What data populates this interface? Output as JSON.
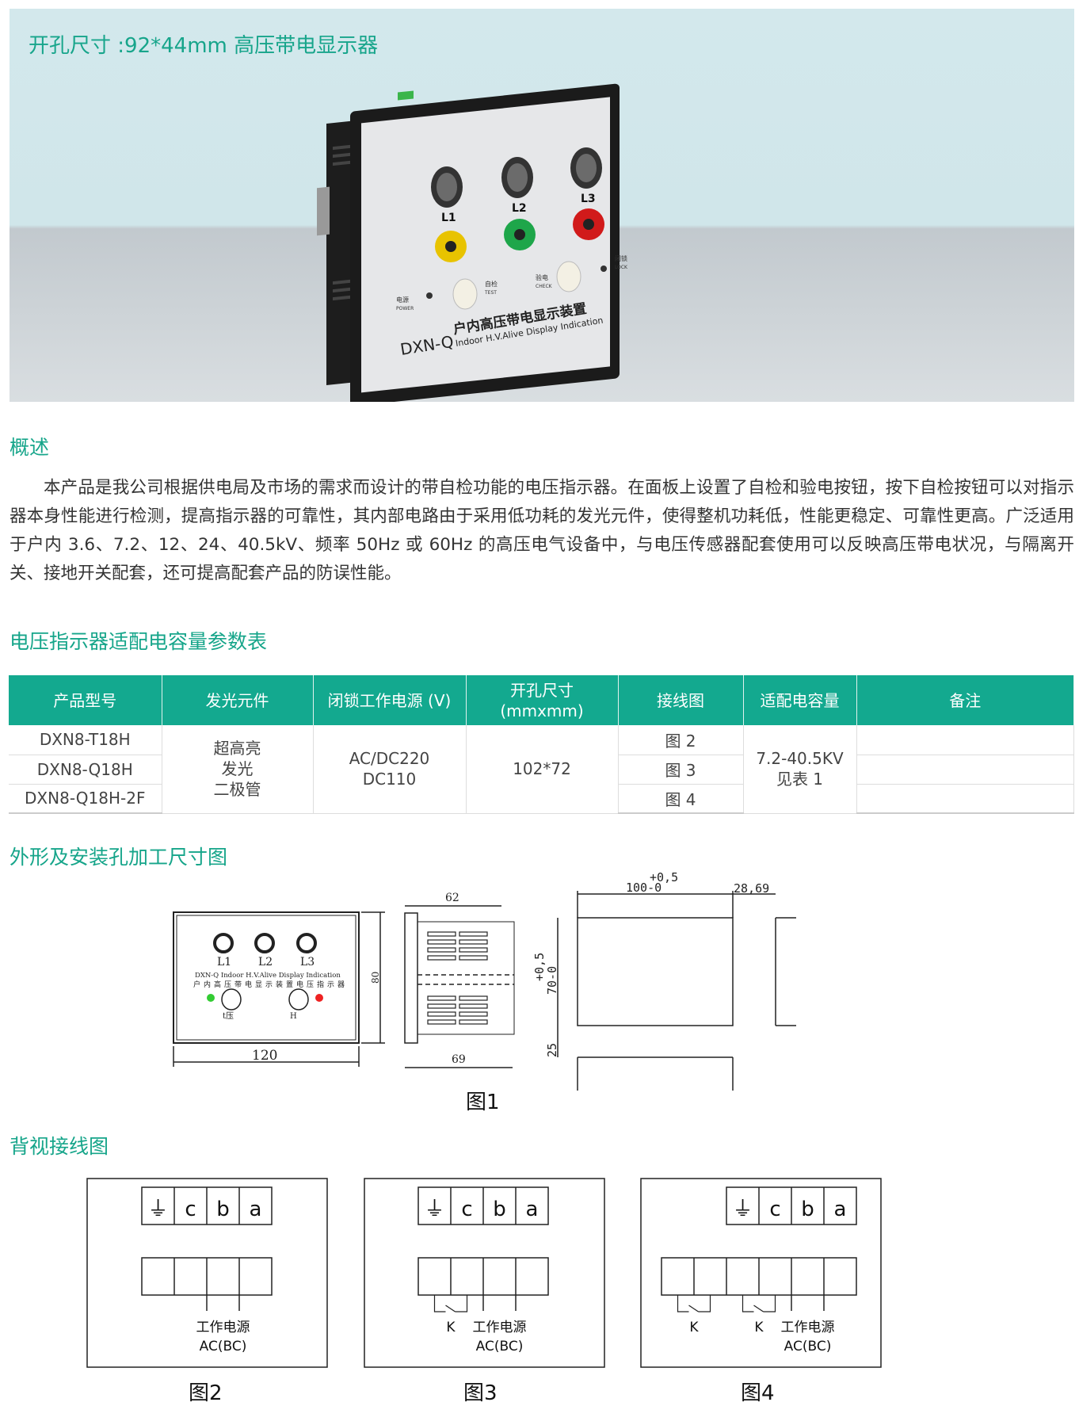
{
  "hero": {
    "title": "开孔尺寸 :92*44mm 高压带电显示器",
    "device": {
      "lamps": [
        "L1",
        "L2",
        "L3"
      ],
      "jack_colors": [
        "#e8c300",
        "#1ea64a",
        "#d11a1a"
      ],
      "power": "电源",
      "power_en": "POWER",
      "test": "自检",
      "test_en": "TEST",
      "check": "验电",
      "check_en": "CHECK",
      "lock": "闭锁",
      "lock_en": "LOCK",
      "model": "DXN-Q",
      "name_cn": "户内高压带电显示装置",
      "name_en": "Indoor H.V.Alive Display Indication"
    }
  },
  "overview": {
    "heading": "概述",
    "text": "本产品是我公司根据供电局及市场的需求而设计的带自检功能的电压指示器。在面板上设置了自检和验电按钮，按下自检按钮可以对指示器本身性能进行检测，提高指示器的可靠性，其内部电路由于采用低功耗的发光元件，使得整机功耗低，性能更稳定、可靠性更高。广泛适用于户内 3.6、7.2、12、24、40.5kV、频率 50Hz 或 60Hz 的高压电气设备中，与电压传感器配套使用可以反映高压带电状况，与隔离开关、接地开关配套，还可提高配套产品的防误性能。"
  },
  "table": {
    "heading": "电压指示器适配电容量参数表",
    "headers": [
      "产品型号",
      "发光元件",
      "闭锁工作电源 (V)",
      "开孔尺寸\n(mmxmm)",
      "接线图",
      "适配电容量",
      "备注"
    ],
    "models": [
      "DXN8-T18H",
      "DXN8-Q18H",
      "DXN8-Q18H-2F"
    ],
    "light": "超高亮\n发光\n二极管",
    "power": "AC/DC220\nDC110",
    "cutout": "102*72",
    "diagrams": [
      "图 2",
      "图 3",
      "图 4"
    ],
    "capacity": "7.2-40.5KV\n见表 1",
    "notes": [
      "",
      "",
      ""
    ]
  },
  "dims": {
    "heading": "外形及安装孔加工尺寸图",
    "caption": "图1",
    "front": {
      "lamps": [
        "L1",
        "L2",
        "L3"
      ],
      "en": "DXN-Q Indoor H.V.Alive Display Indication",
      "cn": "户内高压带电显示装置电压指示器",
      "btn1": "t压",
      "btn2": "H",
      "w": "120",
      "h": "80"
    },
    "side": {
      "top": "62",
      "bottom": "69"
    },
    "cut": {
      "w": "100-0",
      "w_tol": "+0,5",
      "gap": "28,69",
      "h": "70-0",
      "h_tol": "+0,5",
      "spacing": "25"
    }
  },
  "wiring": {
    "heading": "背视接线图",
    "terminals": [
      "⏚",
      "c",
      "b",
      "a"
    ],
    "switch": "K",
    "power": "工作电源",
    "power2": "AC(BC)",
    "captions": [
      "图2",
      "图3",
      "图4"
    ]
  }
}
